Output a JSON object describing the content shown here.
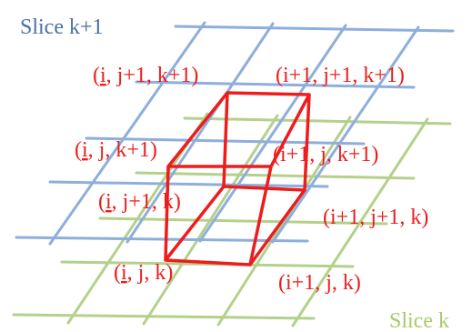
{
  "colors": {
    "slice_top": "#8eaedb",
    "slice_bottom": "#b5d08c",
    "cube": "#ee1c1c",
    "label_top": "#4a6fa5",
    "label_bottom": "#a9c969",
    "vertex_label": "#ee1c1c"
  },
  "slices": {
    "top_label": "Slice k+1",
    "bottom_label": "Slice k"
  },
  "vertex_labels": {
    "i_j1_k1": {
      "pre": "(",
      "i": "i",
      "post": ", j+1, k+1)"
    },
    "i1_j1_k1": "(i+1, j+1, k+1)",
    "i_j_k1": {
      "pre": "(",
      "i": "i",
      "post": ", j, k+1)"
    },
    "i1_j_k1": "(i+1, j, k+1)",
    "i_j1_k": {
      "pre": "(",
      "i": "i",
      "post": ", j+1, k)"
    },
    "i1_j1_k": "(i+1, j+1, k)",
    "i_j_k": {
      "pre": "(",
      "i": "i",
      "post": ", j, k)"
    },
    "i1_j_k": "(i+1, j, k)"
  }
}
